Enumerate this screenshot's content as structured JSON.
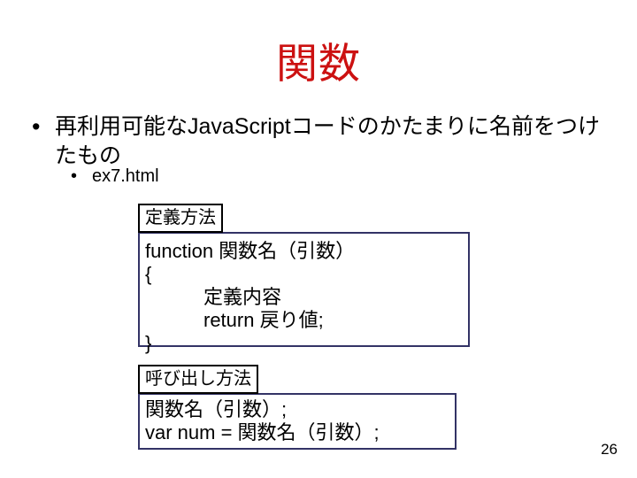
{
  "slide": {
    "title": "関数",
    "title_color": "#cc1111",
    "page_number": "26",
    "background_color": "#ffffff"
  },
  "bullets": [
    {
      "level": 1,
      "marker": "•",
      "text": "再利用可能なJavaScriptコードのかたまりに名前をつけたもの"
    },
    {
      "level": 2,
      "marker": "•",
      "text": "ex7.html"
    }
  ],
  "code_sections": [
    {
      "header": "定義方法",
      "border_color": "#333366",
      "lines": [
        {
          "text": "function 関数名（引数）",
          "indent": false
        },
        {
          "text": "{",
          "indent": false
        },
        {
          "text": "定義内容",
          "indent": true
        },
        {
          "text": "return 戻り値;",
          "indent": true
        },
        {
          "text": "}",
          "indent": false
        }
      ]
    },
    {
      "header": "呼び出し方法",
      "border_color": "#333366",
      "lines": [
        {
          "text": "関数名（引数）;",
          "indent": false
        },
        {
          "text": "var num = 関数名（引数）;",
          "indent": false
        }
      ]
    }
  ]
}
